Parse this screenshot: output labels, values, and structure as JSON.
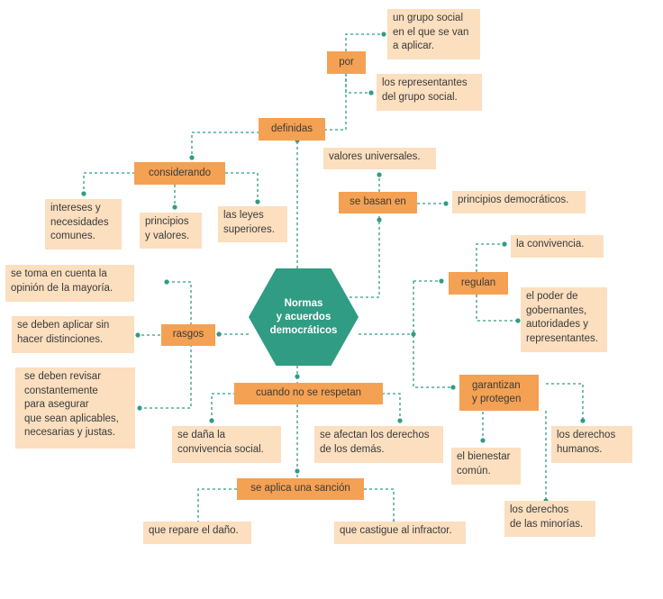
{
  "colors": {
    "connector": "#2f9c83",
    "hub": "#2f9c83",
    "label_box": "#f4a153",
    "content_box": "#fbdfbf"
  },
  "center": "Normas\ny acuerdos\ndemocráticos",
  "labels": {
    "definidas": "definidas",
    "por": "por",
    "considerando": "considerando",
    "se_basan_en": "se basan en",
    "regulan": "regulan",
    "rasgos": "rasgos",
    "cuando_no_se_respetan": "cuando no se respetan",
    "garantizan": "garantizan\ny protegen",
    "se_aplica": "se aplica una sanción"
  },
  "items": {
    "grupo_social": "un grupo social\nen el que se van\na aplicar.",
    "representantes": "los representantes\ndel grupo social.",
    "intereses": "intereses y\nnecesidades\ncomunes.",
    "principios_valores": "principios\ny valores.",
    "leyes": "las leyes\nsuperiores.",
    "valores_universales": "valores universales.",
    "principios_democraticos": "principios democráticos.",
    "convivencia": "la convivencia.",
    "poder": "el poder de\ngobernantes,\nautoridades y\nrepresentantes.",
    "mayoria": "se toma en cuenta la\nopinión de la mayoría.",
    "distinciones": "se deben aplicar sin\nhacer distinciones.",
    "revisar": "se deben revisar\nconstantemente\npara asegurar\nque sean aplicables,\nnecesarias y justas.",
    "dana": "se daña la\nconvivencia social.",
    "derechos_demas": "se afectan los derechos\nde los demás.",
    "bienestar": "el bienestar\ncomún.",
    "derechos_humanos": "los derechos\nhumanos.",
    "derechos_minorias": "los derechos\nde las minorías.",
    "repare": "que repare el daño.",
    "castigue": "que castigue al infractor."
  }
}
